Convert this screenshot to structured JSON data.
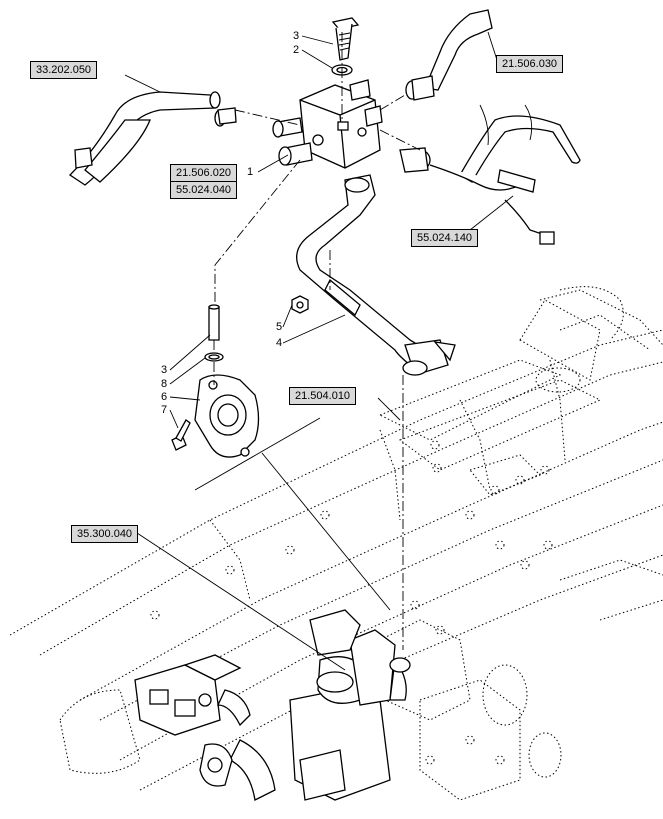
{
  "references": {
    "ref_33202050": "33.202.050",
    "ref_21506030": "21.506.030",
    "ref_21506020": "21.506.020",
    "ref_55024040": "55.024.040",
    "ref_55024140": "55.024.140",
    "ref_21504010": "21.504.010",
    "ref_35300040": "35.300.040"
  },
  "callouts": {
    "c_3_top": "3",
    "c_2_top": "2",
    "c_1": "1",
    "c_5": "5",
    "c_4": "4",
    "c_3_mid": "3",
    "c_8": "8",
    "c_6": "6",
    "c_7": "7"
  }
}
